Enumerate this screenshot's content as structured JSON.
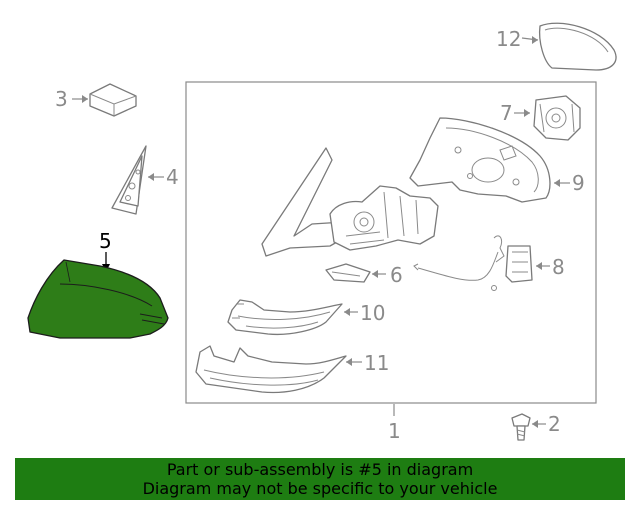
{
  "diagram": {
    "callouts": {
      "c1": "1",
      "c2": "2",
      "c3": "3",
      "c4": "4",
      "c5": "5",
      "c6": "6",
      "c7": "7",
      "c8": "8",
      "c9": "9",
      "c10": "10",
      "c11": "11",
      "c12": "12"
    },
    "highlighted_part": "5",
    "colors": {
      "highlight": "#2e7d18",
      "banner": "#1e7d12",
      "line": "#8a8a8a"
    }
  },
  "banner": {
    "line1": "Part or sub-assembly is #5 in diagram",
    "line2": "Diagram may not be specific to your vehicle"
  }
}
